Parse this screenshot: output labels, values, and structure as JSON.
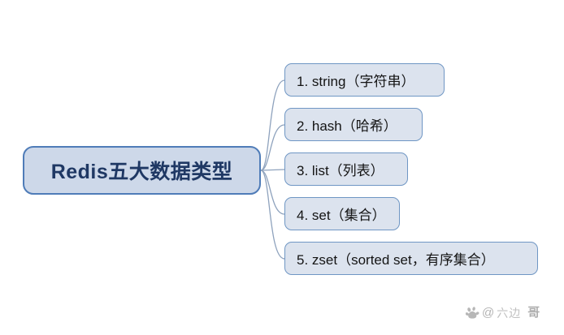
{
  "diagram": {
    "type": "mind-map",
    "root": {
      "label": "Redis五大数据类型"
    },
    "branches": [
      {
        "index": "1",
        "label": "1. string（字符串）"
      },
      {
        "index": "2",
        "label": "2. hash（哈希）"
      },
      {
        "index": "3",
        "label": "3. list（列表）"
      },
      {
        "index": "4",
        "label": "4. set（集合）"
      },
      {
        "index": "5",
        "label": "5. zset（sorted set，有序集合）"
      }
    ]
  },
  "watermark": {
    "logo_icon": "baidu-paw-icon",
    "at_symbol": "@",
    "name": "六边",
    "suffix": "哥"
  },
  "colors": {
    "background": "#ffffff",
    "root_fill": "#cdd8e9",
    "root_border": "#4f7cb8",
    "root_text": "#1f3864",
    "leaf_fill": "#dce3ee",
    "leaf_border": "#6f96c4",
    "leaf_text": "#141414",
    "connector": "#8ea2bd"
  }
}
